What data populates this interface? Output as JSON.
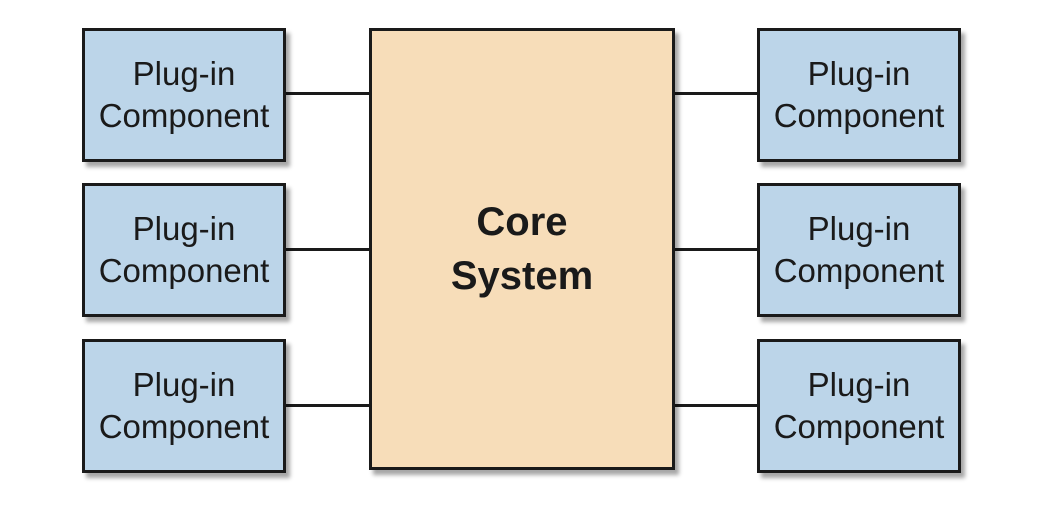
{
  "core": {
    "line1": "Core",
    "line2": "System",
    "color": "#f7ddb9"
  },
  "plugin_color": "#bcd5e9",
  "plugins_left": [
    {
      "line1": "Plug-in",
      "line2": "Component"
    },
    {
      "line1": "Plug-in",
      "line2": "Component"
    },
    {
      "line1": "Plug-in",
      "line2": "Component"
    }
  ],
  "plugins_right": [
    {
      "line1": "Plug-in",
      "line2": "Component"
    },
    {
      "line1": "Plug-in",
      "line2": "Component"
    },
    {
      "line1": "Plug-in",
      "line2": "Component"
    }
  ]
}
